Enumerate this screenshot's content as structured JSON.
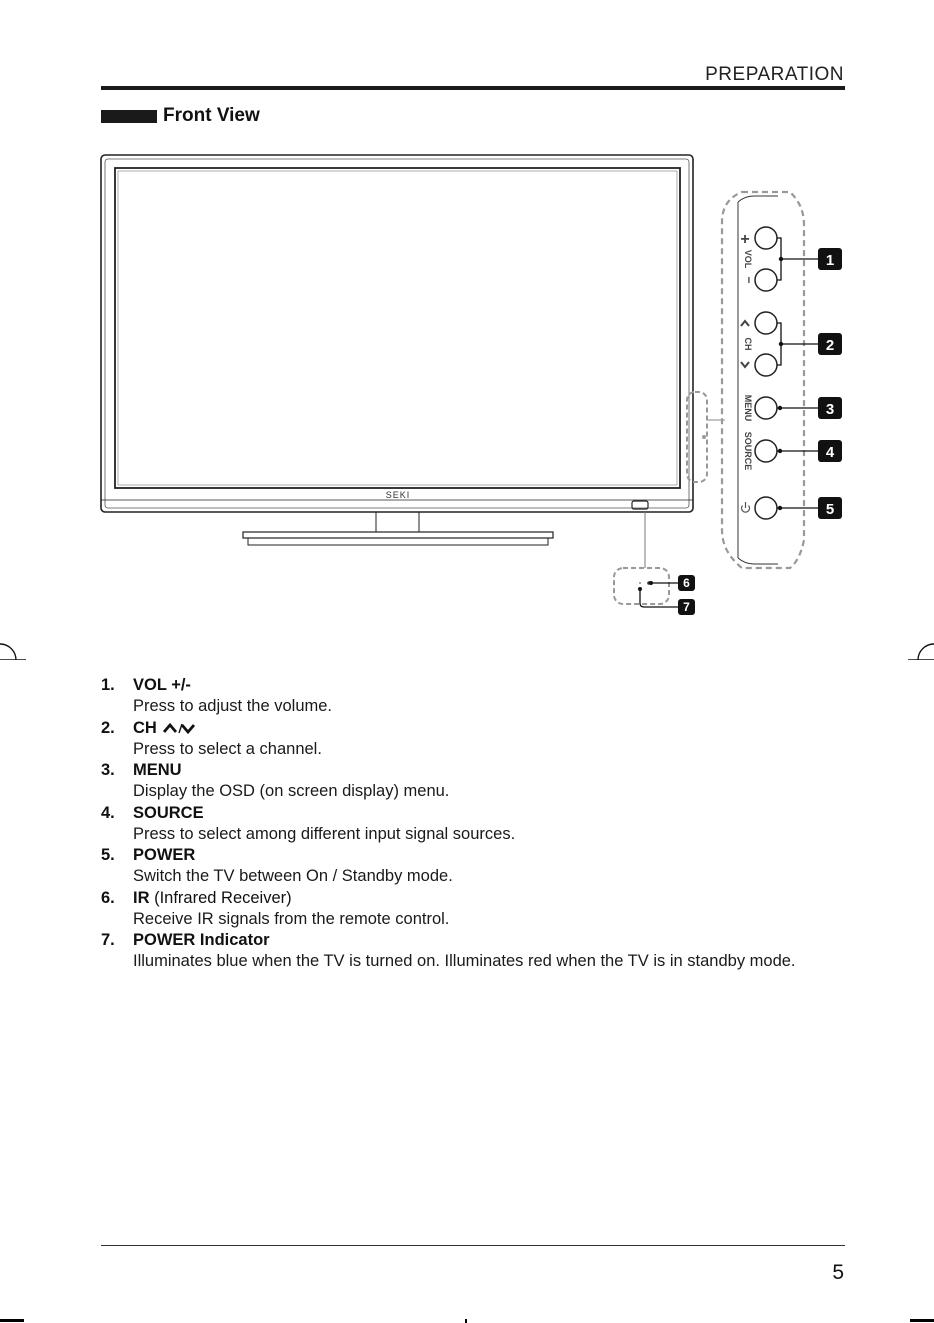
{
  "header": {
    "section_label": "PREPARATION"
  },
  "section": {
    "title": "Front View"
  },
  "diagram": {
    "brand_label": "SEKI",
    "panel_labels": {
      "vol": "VOL",
      "plus": "+",
      "minus": "−",
      "ch": "CH",
      "menu": "MENU",
      "source": "SOURCE"
    },
    "callouts": [
      "1",
      "2",
      "3",
      "4",
      "5",
      "6",
      "7"
    ]
  },
  "items": [
    {
      "num": "1.",
      "title": "VOL +/-",
      "suffix": "",
      "desc": "Press to adjust the volume."
    },
    {
      "num": "2.",
      "title": "CH",
      "suffix": "",
      "desc": "Press to select a channel."
    },
    {
      "num": "3.",
      "title": "MENU",
      "suffix": "",
      "desc": "Display the OSD (on screen display) menu."
    },
    {
      "num": "4.",
      "title": "SOURCE",
      "suffix": "",
      "desc": "Press to select among different input signal sources."
    },
    {
      "num": "5.",
      "title": "POWER",
      "suffix": "",
      "desc": "Switch the TV between On / Standby mode."
    },
    {
      "num": "6.",
      "title": "IR",
      "suffix": " (Infrared Receiver)",
      "desc": "Receive IR signals from the remote control."
    },
    {
      "num": "7.",
      "title": "POWER Indicator",
      "suffix": "",
      "desc": "Illuminates blue when the TV is turned on. Illuminates red when the TV is in standby mode."
    }
  ],
  "footer": {
    "page_number": "5"
  }
}
